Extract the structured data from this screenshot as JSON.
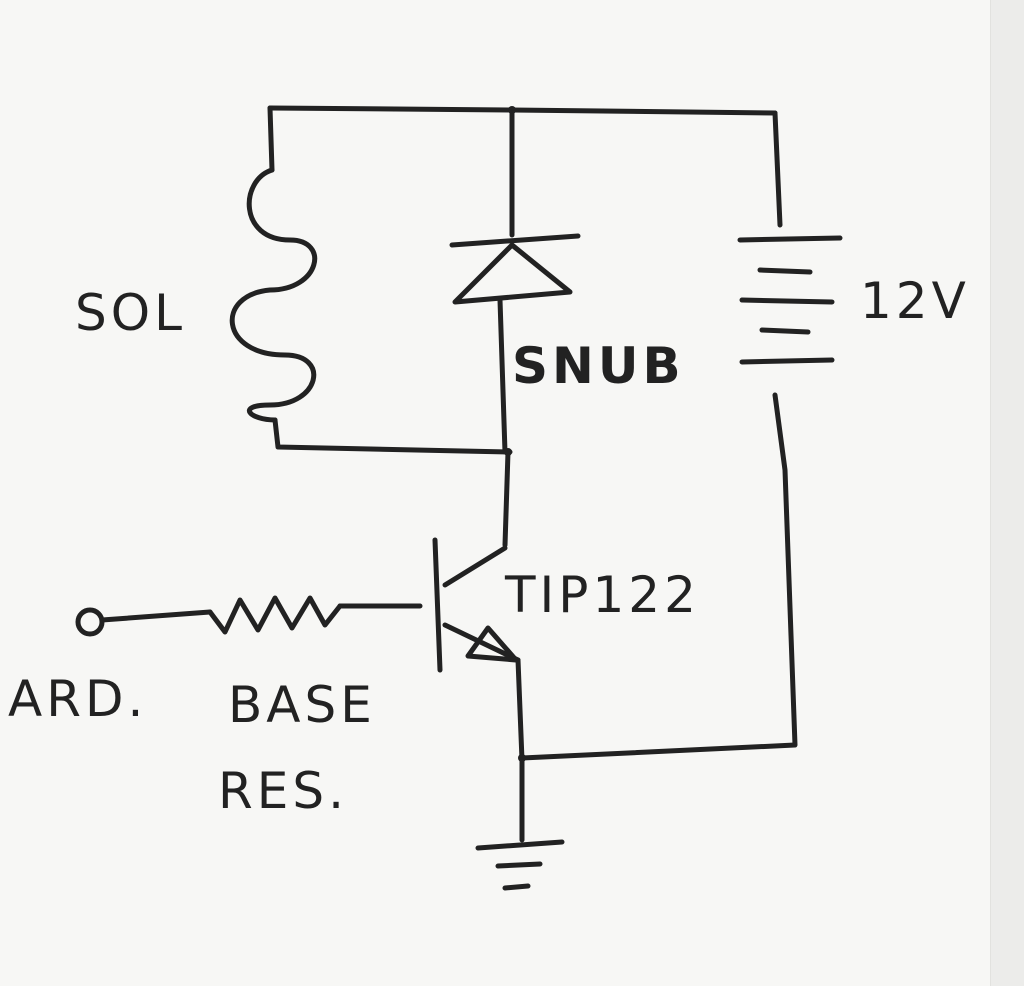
{
  "labels": {
    "solenoid": "SOL",
    "snubber": "SNUB",
    "supply": "12V",
    "transistor": "TIP122",
    "arduino": "ARD.",
    "base_line1": "BASE",
    "base_line2": "RES."
  },
  "colors": {
    "ink": "#222222",
    "paper": "#f7f7f5"
  }
}
